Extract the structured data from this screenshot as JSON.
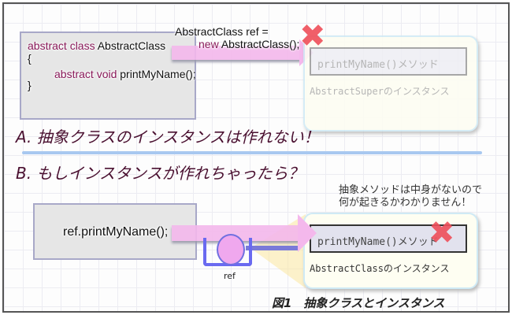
{
  "section_a": {
    "code": {
      "kw1": "abstract class",
      "name": "AbstractClass",
      "open": "{",
      "kw2": "abstract void",
      "method": "printMyName();",
      "close": "}"
    },
    "assign_line1": "AbstractClass ref =",
    "assign_kw": "new",
    "assign_rest": "AbstractClass();",
    "method_box": "printMyName()メソッド",
    "instance_caption": "AbstractSuperのインスタンス",
    "heading": "A.  抽象クラスのインスタンスは作れない！"
  },
  "section_b": {
    "heading": "B. もしインスタンスが作れちゃったら？",
    "code": "ref.printMyName();",
    "note_line1": "抽象メソッドは中身がないので",
    "note_line2": "何が起きるかわかりません！",
    "variable_label": "ref",
    "method_box": "printMyName()メソッド",
    "instance_caption": "AbstractClassのインスタンス"
  },
  "figure_caption": "図1　抽象クラスとインスタンス",
  "colors": {
    "heading": "#4a1030",
    "cross": "#ef4f5a",
    "arrow": "#f4b8ec"
  }
}
